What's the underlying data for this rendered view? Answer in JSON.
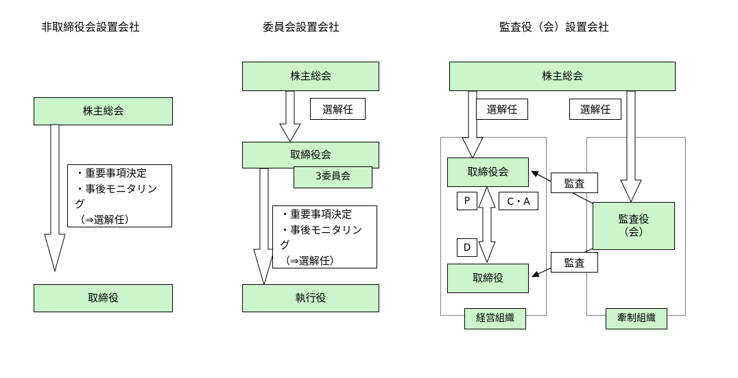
{
  "diagram": {
    "title_bar": null,
    "columns": [
      {
        "id": "col1",
        "title": "非取締役会設置会社",
        "nodes": [
          {
            "key": "shareholders",
            "label": "株主総会"
          },
          {
            "key": "director",
            "label": "取締役"
          }
        ],
        "notes": [
          {
            "key": "note1",
            "label": "・重要事項決定\n・事後モニタリング\n（⇒選解任）"
          }
        ],
        "arrows": [
          {
            "key": "arrow-shareholders-to-director",
            "from": "株主総会",
            "to": "取締役",
            "style": "hollow-block-down"
          }
        ]
      },
      {
        "id": "col2",
        "title": "委員会設置会社",
        "nodes": [
          {
            "key": "shareholders",
            "label": "株主総会"
          },
          {
            "key": "board",
            "label": "取締役会"
          },
          {
            "key": "committees",
            "label": "3委員会"
          },
          {
            "key": "executive",
            "label": "執行役"
          }
        ],
        "labels": [
          {
            "key": "appoint-dismiss",
            "label": "選解任"
          }
        ],
        "notes": [
          {
            "key": "note1",
            "label": "・重要事項決定\n・事後モニタリング\n（⇒選解任）"
          }
        ],
        "arrows": [
          {
            "key": "arrow-shareholders-to-board",
            "from": "株主総会",
            "to": "取締役会",
            "style": "hollow-block-down"
          },
          {
            "key": "arrow-board-to-executive",
            "from": "取締役会",
            "to": "執行役",
            "style": "hollow-block-down"
          }
        ]
      },
      {
        "id": "col3",
        "title": "監査役（会）設置会社",
        "nodes": [
          {
            "key": "shareholders",
            "label": "株主総会"
          },
          {
            "key": "board",
            "label": "取締役会"
          },
          {
            "key": "director",
            "label": "取締役"
          },
          {
            "key": "auditor",
            "label": "監査役\n（会）"
          }
        ],
        "labels": [
          {
            "key": "appoint-dismiss-left",
            "label": "選解任"
          },
          {
            "key": "appoint-dismiss-right",
            "label": "選解任"
          },
          {
            "key": "audit-upper",
            "label": "監査"
          },
          {
            "key": "audit-lower",
            "label": "監査"
          },
          {
            "key": "pdca-p",
            "label": "P"
          },
          {
            "key": "pdca-ca",
            "label": "C・A"
          },
          {
            "key": "pdca-d",
            "label": "D"
          }
        ],
        "groups": [
          {
            "key": "management-org",
            "label": "経営組織"
          },
          {
            "key": "control-org",
            "label": "牽制組織"
          }
        ],
        "arrows": [
          {
            "key": "arrow-shareholders-to-board",
            "from": "株主総会",
            "to": "取締役会",
            "style": "hollow-block-down"
          },
          {
            "key": "arrow-shareholders-to-auditor",
            "from": "株主総会",
            "to": "監査役（会）",
            "style": "hollow-block-down"
          },
          {
            "key": "arrow-board-director-bidirectional",
            "from": "取締役会",
            "to": "取締役",
            "style": "hollow-double-headed-vertical"
          },
          {
            "key": "arrow-audit-to-board",
            "from": "監査役（会）",
            "to": "取締役会",
            "style": "thin-line-arrow"
          },
          {
            "key": "arrow-audit-to-director",
            "from": "監査役（会）",
            "to": "取締役",
            "style": "thin-line-arrow"
          }
        ]
      }
    ],
    "colors": {
      "entity_fill": "#ccf5cc",
      "entity_stroke": "#000000",
      "frame_stroke": "#808080",
      "background": "#ffffff",
      "text": "#000000"
    }
  }
}
